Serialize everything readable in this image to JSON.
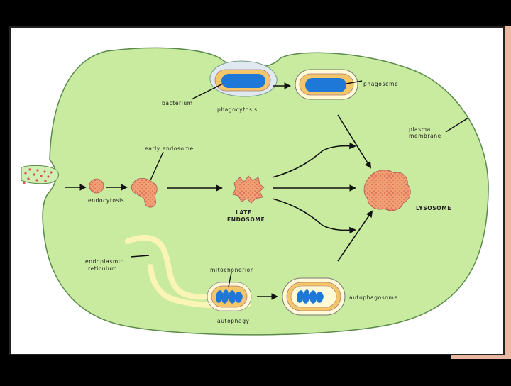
{
  "labels": {
    "phagosome": "phagosome",
    "bacterium": "bacterium",
    "phagocytosis": "phagocytosis",
    "plasma_membrane_1": "plasma",
    "plasma_membrane_2": "membrane",
    "early_endosome": "early endosome",
    "endocytosis": "endocytosis",
    "late_endosome_1": "LATE",
    "late_endosome_2": "ENDOSOME",
    "lysosome": "LYSOSOME",
    "er_1": "endoplasmic",
    "er_2": "reticulum",
    "mitochondrion": "mitochondrion",
    "autophagy": "autophagy",
    "autophagosome": "autophagosome"
  },
  "colors": {
    "background": "#000000",
    "panel": "#ffffff",
    "cell": "#c8eba0",
    "vesicle": "#ef9f72",
    "vesicle_dots": "#d9534f",
    "membrane_tan": "#f3c66a",
    "membrane_cream": "#fff9d6",
    "bacterium_blue": "#1e78d8",
    "er_yellow": "#fbf5b5",
    "side_strip": "#e8b8a0"
  }
}
